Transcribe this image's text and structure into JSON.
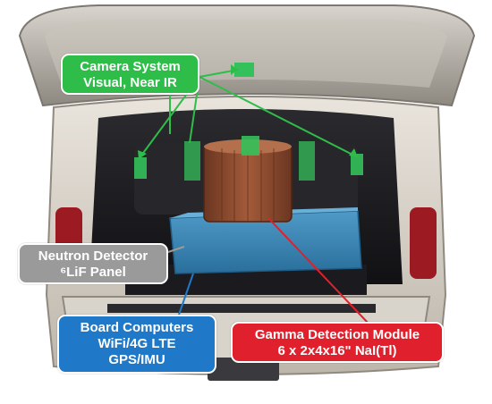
{
  "labels": {
    "camera": {
      "line1": "Camera System",
      "line2": "Visual, Near IR",
      "color": "#2fbd4a"
    },
    "neutron": {
      "line1": "Neutron Detector",
      "line2": "⁶LiF Panel",
      "color": "#9a9a9a"
    },
    "board": {
      "line1": "Board Computers",
      "line2": "WiFi/4G LTE",
      "line3": "GPS/IMU",
      "color": "#1f78c8"
    },
    "gamma": {
      "line1": "Gamma Detection Module",
      "line2": "6 x 2x4x16\" NaI(Tl)",
      "color": "#e0202c"
    }
  },
  "components": {
    "gamma_module_color": "#8a4a2e",
    "neutron_panel_color": "#3c8fc0",
    "camera_color": "#34c05a"
  }
}
